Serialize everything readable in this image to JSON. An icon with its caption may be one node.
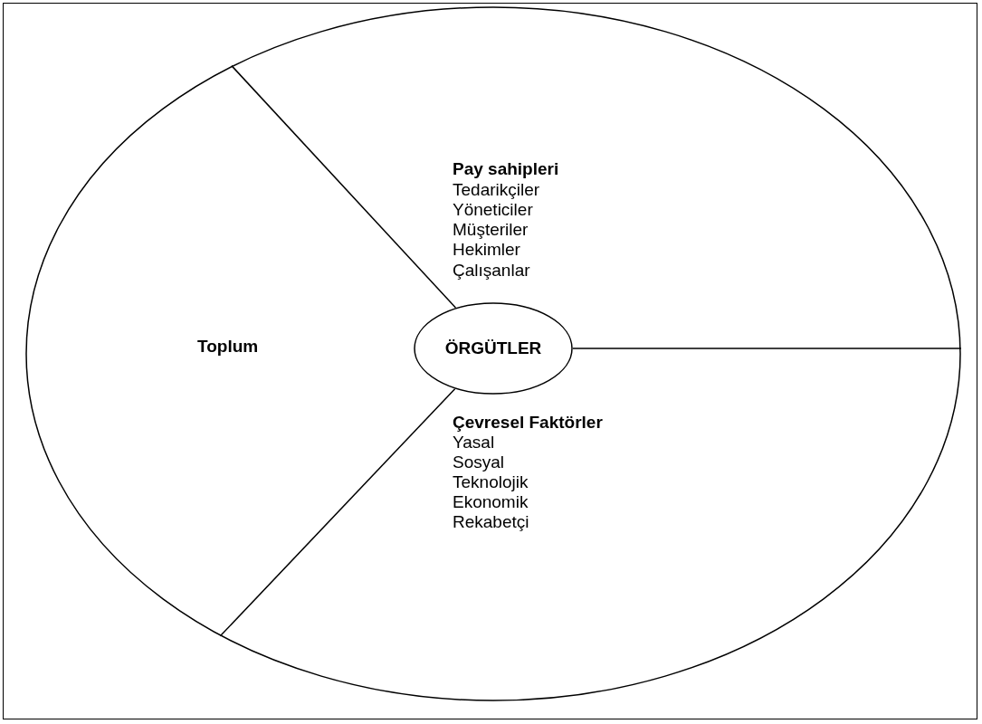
{
  "diagram": {
    "nodes": [
      {
        "text": [],
        "shape": "ellipse"
      },
      {
        "text": [
          "ÖRGÜTLER"
        ],
        "in": 0
      }
    ],
    "edges": [
      {
        "from": 1,
        "to": 0,
        "arrow": "none"
      },
      {
        "from": 1,
        "to": 0,
        "arrow": "none"
      },
      {
        "from": 1,
        "to": 0,
        "arrow": "none"
      }
    ],
    "labels": [
      "Pay sahipleri",
      "Tedarikçiler",
      "Yöneticiler",
      "Müşteriler",
      "Hekimler",
      "Çalışanlar",
      "Toplum",
      "Çevresel Faktörler",
      "Yasal",
      "Sosyal",
      "Teknolojik",
      "Ekonomik",
      "Rekabetçi"
    ]
  }
}
